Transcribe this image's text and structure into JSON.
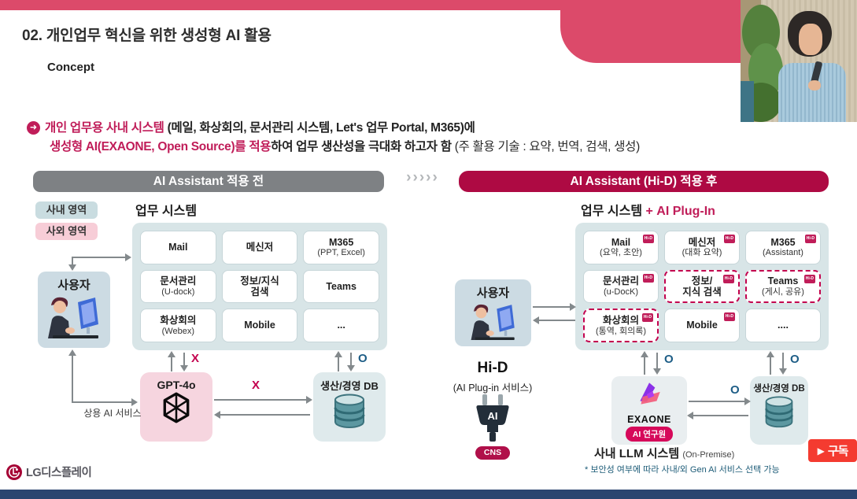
{
  "slide": {
    "title": "02. 개인업무 혁신을 위한 생성형 AI 활용",
    "subtitle": "Concept",
    "bullet_arrow": "➜",
    "bullet": {
      "l1_hl": "개인 업무용 사내 시스템 ",
      "l1_rest": "(메일, 화상회의, 문서관리 시스템, Let's 업무 Portal, M365)에",
      "l2_hl": "생성형 AI(EXAONE, Open Source)를 적용",
      "l2_mid": "하여 업무 생산성을 극대화 하고자 함 ",
      "l2_rest": "(주 활용 기술 : 요약, 번역, 검색, 생성)"
    }
  },
  "colors": {
    "accent_pink": "#dc4a6a",
    "header_gray": "#7e8184",
    "header_crimson": "#ae0a43",
    "highlight_text": "#c01d59",
    "mark_x": "#c3004e",
    "mark_o": "#1d5d86",
    "lg_brand": "#a50034"
  },
  "chevrons": "›››››",
  "before": {
    "header": "AI Assistant 적용 전",
    "legend_internal": "사내 영역",
    "legend_external": "사외 영역",
    "system_title": "업무 시스템",
    "cells": [
      {
        "line1": "Mail",
        "line2": ""
      },
      {
        "line1": "메신저",
        "line2": ""
      },
      {
        "line1": "M365",
        "line2": "(PPT, Excel)"
      },
      {
        "line1": "문서관리",
        "line2": "(U-dock)"
      },
      {
        "line1": "정보/지식",
        "line2": "검색"
      },
      {
        "line1": "Teams",
        "line2": ""
      },
      {
        "line1": "화상회의",
        "line2": "(Webex)"
      },
      {
        "line1": "Mobile",
        "line2": ""
      },
      {
        "line1": "...",
        "line2": ""
      }
    ],
    "user_label": "사용자",
    "gpt_label": "GPT-4o",
    "db_label": "생산/경영 DB",
    "commercial_label": "상용 AI 서비스",
    "mark_x_grid": "X",
    "mark_x_db": "X",
    "mark_o_db": "O"
  },
  "after": {
    "header": "AI Assistant (Hi-D) 적용 후",
    "system_title": "업무 시스템",
    "system_suffix": " + AI Plug-In",
    "badge_label": "Hi-D",
    "cells": [
      {
        "line1": "Mail",
        "line2": "(요약, 초안)"
      },
      {
        "line1": "메신저",
        "line2": "(대화 요약)"
      },
      {
        "line1": "M365",
        "line2": "(Assistant)"
      },
      {
        "line1": "문서관리",
        "line2": "(u-DocK)"
      },
      {
        "line1": "정보/",
        "line2": "지식 검색"
      },
      {
        "line1": "Teams",
        "line2": "(게시, 공유)"
      },
      {
        "line1": "화상회의",
        "line2": "(통역, 회의록)"
      },
      {
        "line1": "Mobile",
        "line2": ""
      },
      {
        "line1": "....",
        "line2": ""
      }
    ],
    "user_label": "사용자",
    "hid_title": "Hi-D",
    "hid_sub": "(AI Plug-in 서비스)",
    "plug_label": "AI",
    "cns_label": "CNS",
    "exaone_label": "EXAONE",
    "exaone_badge": "AI 연구원",
    "db_label": "생산/경영 DB",
    "llm_label": "사내 LLM 시스템 ",
    "llm_sub": "(On-Premise)",
    "footnote": "* 보안성 여부에 따라 사내/외 Gen AI 서비스 선택 가능",
    "mark_o_grid1": "O",
    "mark_o_grid2": "O",
    "mark_o_db": "O"
  },
  "footer": {
    "logo_text": "LG디스플레이"
  },
  "overlay": {
    "subscribe_icon": "▶",
    "subscribe_label": "구독"
  }
}
